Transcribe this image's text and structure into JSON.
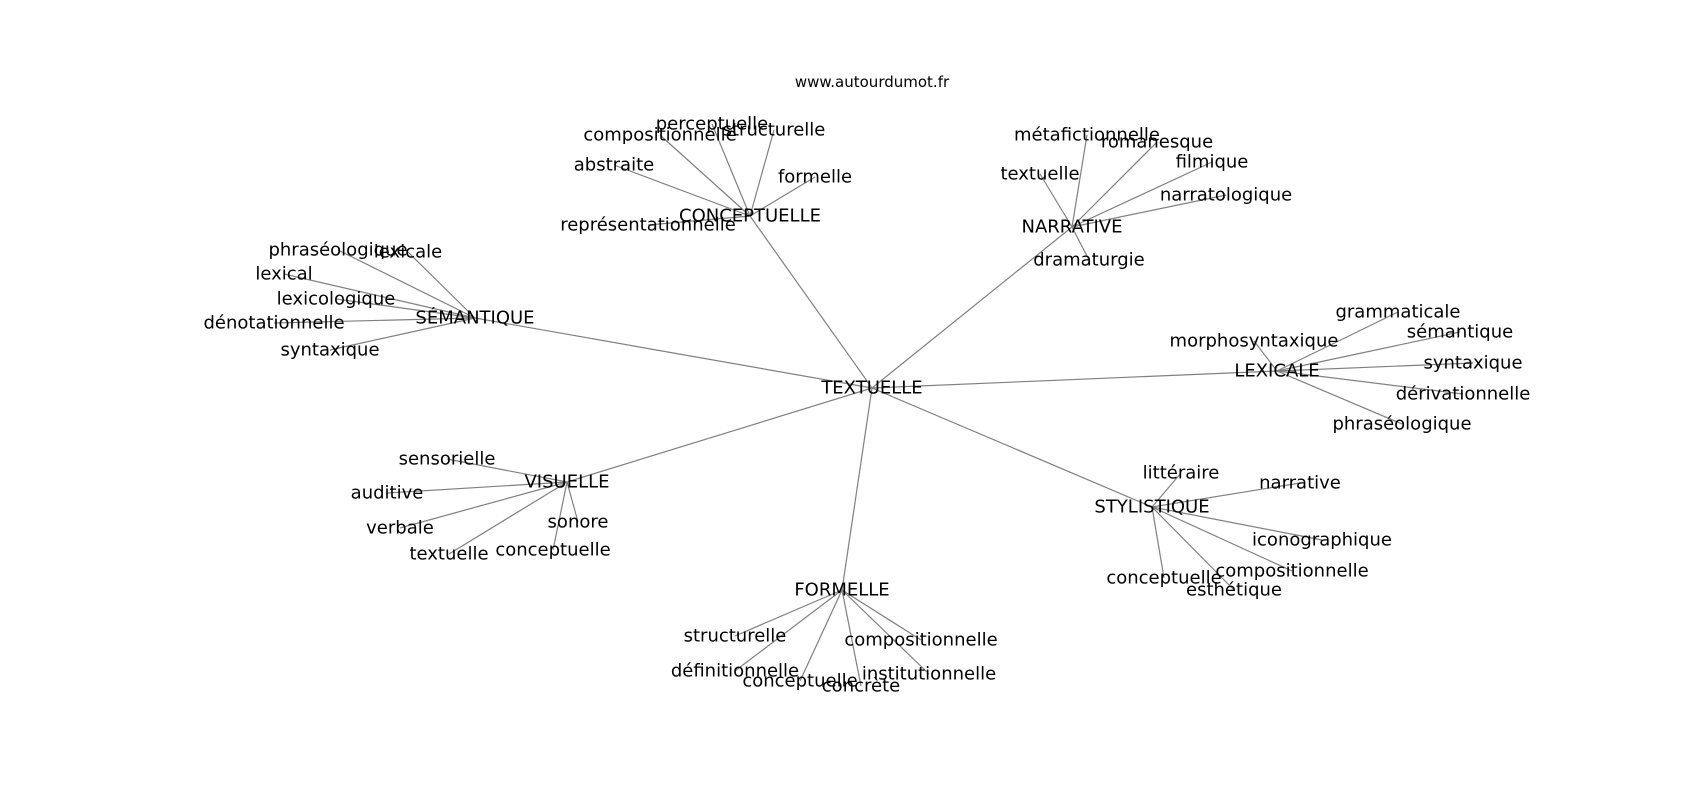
{
  "watermark": "www.autourdumot.fr",
  "center": "TEXTUELLE",
  "categories": [
    {
      "label": "CONCEPTUELLE",
      "leaves": [
        "perceptuelle",
        "structurelle",
        "compositionnelle",
        "abstraite",
        "formelle",
        "représentationnelle"
      ]
    },
    {
      "label": "NARRATIVE",
      "leaves": [
        "métafictionnelle",
        "romanesque",
        "textuelle",
        "filmique",
        "narratologique",
        "dramaturgie"
      ]
    },
    {
      "label": "SÉMANTIQUE",
      "leaves": [
        "phraséologique",
        "lexicale",
        "lexical",
        "lexicologique",
        "dénotationnelle",
        "syntaxique"
      ]
    },
    {
      "label": "LEXICALE",
      "leaves": [
        "grammaticale",
        "morphosyntaxique",
        "sémantique",
        "syntaxique",
        "dérivationnelle",
        "phraséologique"
      ]
    },
    {
      "label": "VISUELLE",
      "leaves": [
        "sensorielle",
        "auditive",
        "verbale",
        "sonore",
        "textuelle",
        "conceptuelle"
      ]
    },
    {
      "label": "STYLISTIQUE",
      "leaves": [
        "littéraire",
        "narrative",
        "iconographique",
        "compositionnelle",
        "conceptuelle",
        "esthétique"
      ]
    },
    {
      "label": "FORMELLE",
      "leaves": [
        "structurelle",
        "compositionnelle",
        "définitionnelle",
        "institutionnelle",
        "conceptuelle",
        "concrète"
      ]
    }
  ],
  "colors": {
    "edge": "#808080",
    "text": "#000000",
    "background": "#ffffff"
  }
}
